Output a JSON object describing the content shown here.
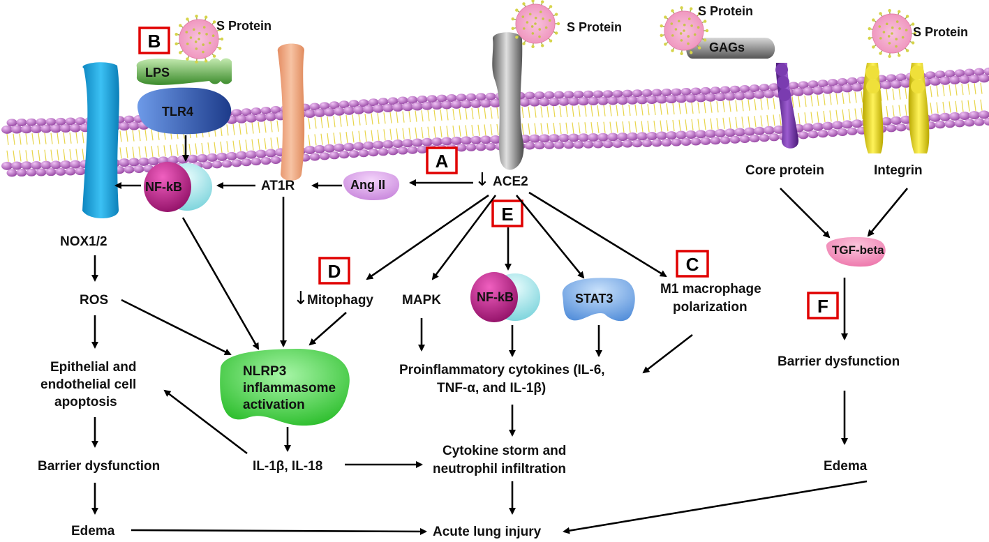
{
  "panels": {
    "a": "A",
    "b": "B",
    "c": "C",
    "d": "D",
    "e": "E",
    "f": "F"
  },
  "top": {
    "s_protein_1": "S Protein",
    "s_protein_2": "S Protein",
    "s_protein_3": "S Protein",
    "s_protein_4": "S Protein",
    "lps": "LPS",
    "tlr4": "TLR4",
    "gags": "GAGs"
  },
  "membrane": {
    "ace2": "ACE2",
    "core_protein": "Core protein",
    "integrin": "Integrin"
  },
  "pathway": {
    "down_symbol": "↓",
    "ang2": "Ang II",
    "at1r": "AT1R",
    "nfkb_left": "NF-kB",
    "nfkb_mid": "NF-kB",
    "nox": "NOX1/2",
    "ros": "ROS",
    "epi_1": "Epithelial and",
    "epi_2": "endothelial cell",
    "epi_3": "apoptosis",
    "barrier_left": "Barrier dysfunction",
    "edema_left": "Edema",
    "mitophagy": "Mitophagy",
    "nlrp3_1": "NLRP3",
    "nlrp3_2": "inflammasome",
    "nlrp3_3": "activation",
    "il1b": "IL-1β, IL-18",
    "mapk": "MAPK",
    "stat3": "STAT3",
    "m1_1": "M1 macrophage",
    "m1_2": "polarization",
    "cyto_1": "Proinflammatory cytokines (IL-6,",
    "cyto_2": "TNF-α, and IL-1β)",
    "storm_1": "Cytokine storm and",
    "storm_2": "neutrophil infiltration",
    "ali": "Acute lung injury",
    "tgf": "TGF-beta",
    "barrier_right": "Barrier dysfunction",
    "edema_right": "Edema"
  },
  "colors": {
    "lipid_head": "#b65fc0",
    "lipid_tail": "#e8d54a",
    "ace2": "#8a8a8a",
    "at1r": "#f0a57f",
    "nox": "#1aa6e0",
    "tlr4": "#3f66c6",
    "lps": "#5aaa3c",
    "nfkb_a": "#c0168a",
    "nfkb_b": "#8fe0e6",
    "ang2": "#d89ae6",
    "stat3": "#5b9be0",
    "nlrp3": "#3fce3f",
    "tgf": "#f27ab0",
    "core_protein": "#6a2c9b",
    "integrin": "#e4d400",
    "panel_border": "#e00000",
    "virus": "#f3a6c6"
  }
}
